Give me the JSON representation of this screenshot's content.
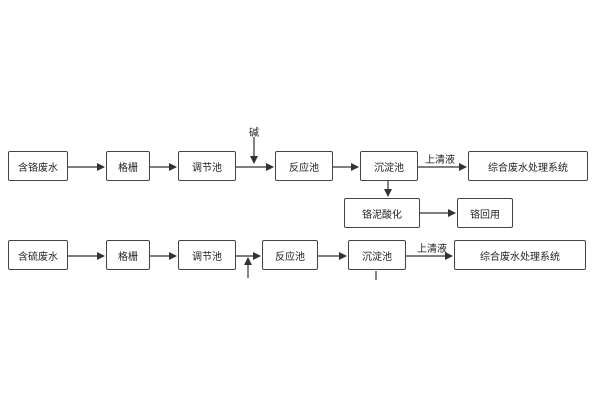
{
  "row1": {
    "steps": [
      "含铬废水",
      "格栅",
      "调节池",
      "反应池",
      "沉淀池"
    ],
    "dosing_label": "碱",
    "supernatant_label": "上清液",
    "final": "综合废水处理系统",
    "sludge_step": "铬泥酸化",
    "recovery": "铬回用"
  },
  "row2": {
    "steps": [
      "含硫废水",
      "格栅",
      "调节池",
      "反应池",
      "沉淀池"
    ],
    "supernatant_label": "上清液",
    "final": "综合废水处理系统"
  },
  "colors": {
    "line": "#333333",
    "box_border": "#444444",
    "text": "#222222"
  }
}
